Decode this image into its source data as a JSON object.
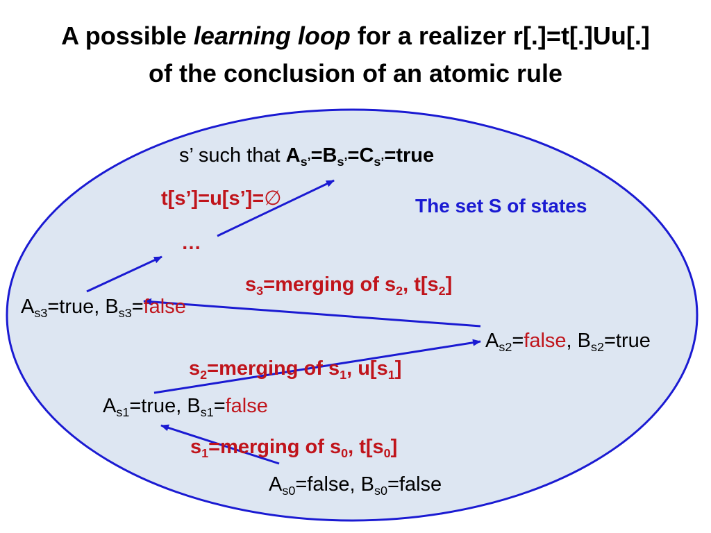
{
  "title": {
    "line1_pre": "A possible ",
    "line1_em": "learning loop",
    "line1_post": " for a realizer r[.]=t[.]Uu[.]",
    "line2": "of the conclusion of an atomic rule"
  },
  "set_label": "The set S of states",
  "top_state": {
    "pre": "s’ such that ",
    "a": "A",
    "sub1": "s’",
    "b": "=B",
    "sub2": "s’",
    "c": "=C",
    "sub3": "s’",
    "post": "=true"
  },
  "t_u_empty": {
    "text": "t[s’]=u[s’]=",
    "symbol": "∅"
  },
  "ellipsis": "…",
  "state_s3": {
    "a": "A",
    "sub_a": "s3",
    "mid": "=true, B",
    "sub_b": "s3",
    "eq": "=",
    "val": "false"
  },
  "merge_s3": {
    "s": "s",
    "sub1": "3",
    "mid": "=merging of s",
    "sub2": "2",
    "mid2": ", t[s",
    "sub3": "2",
    "end": "]"
  },
  "state_s2": {
    "a": "A",
    "sub_a": "s2",
    "eq": "=",
    "val_a": "false",
    "mid": ", B",
    "sub_b": "s2",
    "end": "=true"
  },
  "merge_s2": {
    "s": "s",
    "sub1": "2",
    "mid": "=merging of s",
    "sub2": "1",
    "mid2": ", u[s",
    "sub3": "1",
    "end": "]"
  },
  "state_s1": {
    "a": "A",
    "sub_a": "s1",
    "mid": "=true, B",
    "sub_b": "s1",
    "eq": "=",
    "val": "false"
  },
  "merge_s1": {
    "s": "s",
    "sub1": "1",
    "mid": "=merging of s",
    "sub2": "0",
    "mid2": ", t[s",
    "sub3": "0",
    "end": "]"
  },
  "state_s0": {
    "a": "A",
    "sub_a": "s0",
    "mid": "=false, B",
    "sub_b": "s0",
    "end": "=false"
  },
  "colors": {
    "ellipse_fill": "#dde6f2",
    "ellipse_stroke": "#1a1ad2",
    "arrow": "#1a1ad2",
    "red_text": "#c0141b"
  }
}
